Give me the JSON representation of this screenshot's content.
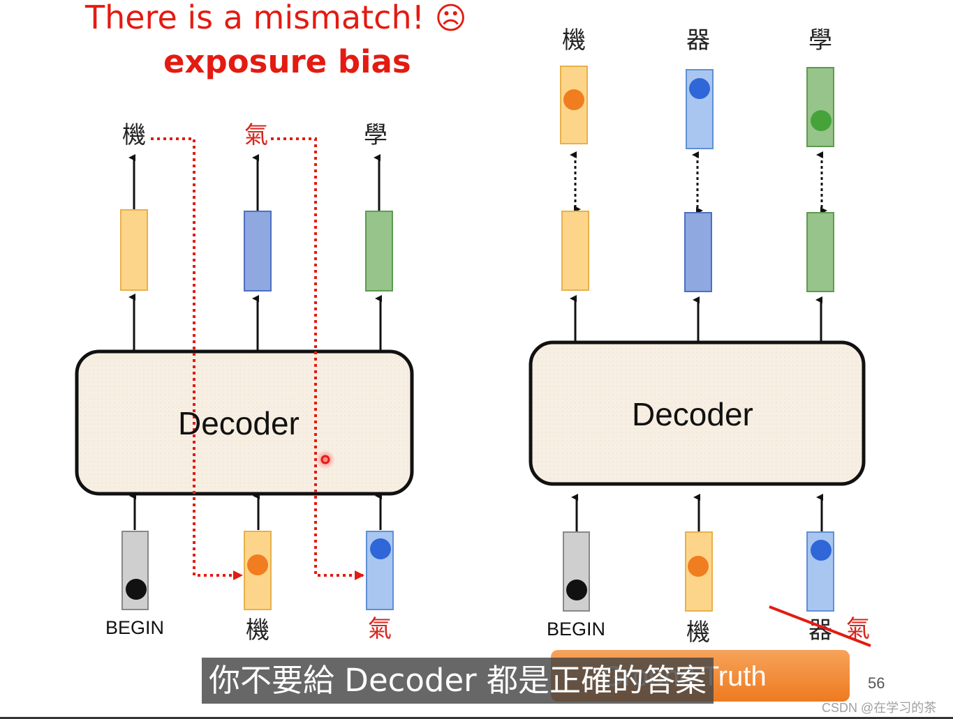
{
  "title": {
    "line1": "There is a mismatch!",
    "face": "☹",
    "line2": "exposure bias"
  },
  "left": {
    "outputs": [
      "機",
      "氣",
      "學"
    ],
    "decoder": "Decoder",
    "inputs": [
      "BEGIN",
      "機",
      "氣"
    ]
  },
  "right": {
    "targets": [
      "機",
      "器",
      "學"
    ],
    "decoder": "Decoder",
    "inputs": [
      "BEGIN",
      "機",
      "器",
      "氣"
    ]
  },
  "ground_truth": "Ground Truth",
  "subtitle": "你不要給 Decoder 都是正確的答案",
  "page_number": "56",
  "watermark": "CSDN @在学习的茶",
  "colors": {
    "accent_red": "#e31b12",
    "yellow": "#fdd58a",
    "blue": "#8fb0e8",
    "green": "#97c48a",
    "gray": "#cfcfcf",
    "orange_dot": "#f07d20",
    "blue_dot": "#2f66d8",
    "green_dot": "#45a33a",
    "decoder_fill": "#f7efe3"
  }
}
